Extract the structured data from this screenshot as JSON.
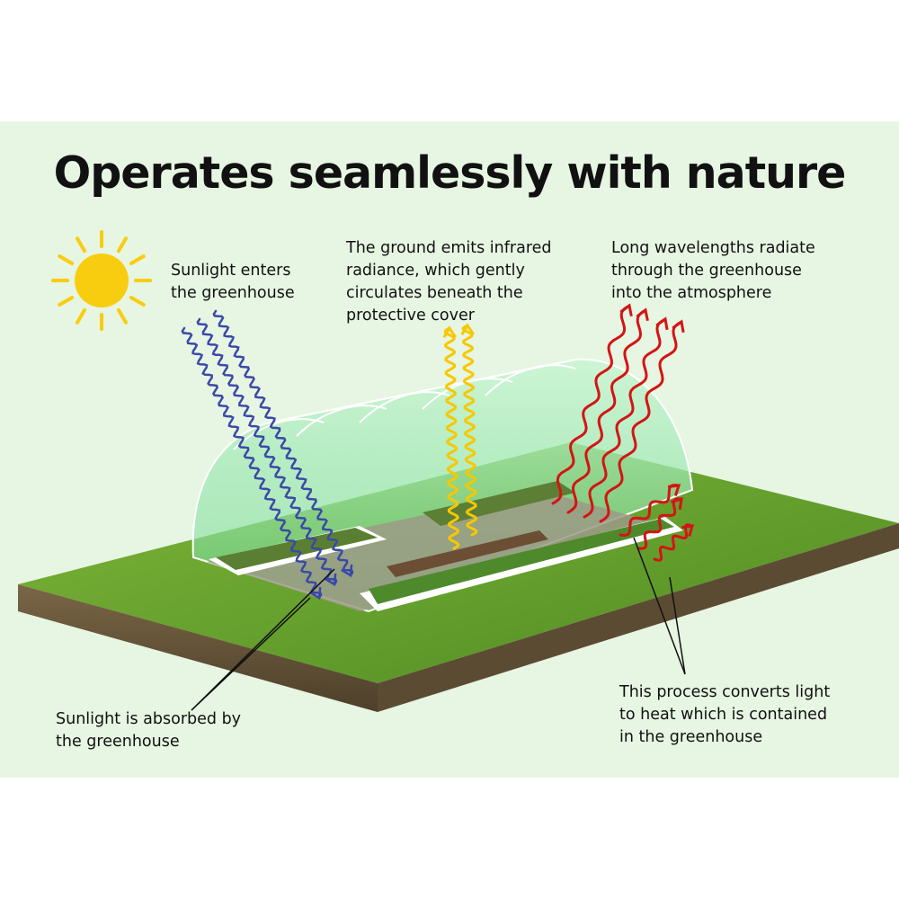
{
  "title": "Operates seamlessly with nature",
  "labels": {
    "sunlight_enters": "Sunlight enters\nthe greenhouse",
    "ground_emits": "The ground emits infrared\nradiance, which gently\ncirculates beneath the\nprotective cover",
    "long_wavelengths": "Long wavelengths radiate\nthrough the greenhouse\ninto the atmosphere",
    "sunlight_absorbed": "Sunlight is absorbed by\nthe greenhouse",
    "process_converts": "This process converts light\nto heat which is contained\nin the greenhouse"
  },
  "colors": {
    "background": "#e7f5e3",
    "sun": "#f9cd0f",
    "sunlight_waves": "#3b49a8",
    "infrared_waves": "#f7c800",
    "long_wave_arrows": "#d41414",
    "grass": "#6ea62e",
    "soil": "#6b5a3e",
    "greenhouse_cover": "#9ee8b4"
  },
  "icons": [
    "sun-icon"
  ]
}
